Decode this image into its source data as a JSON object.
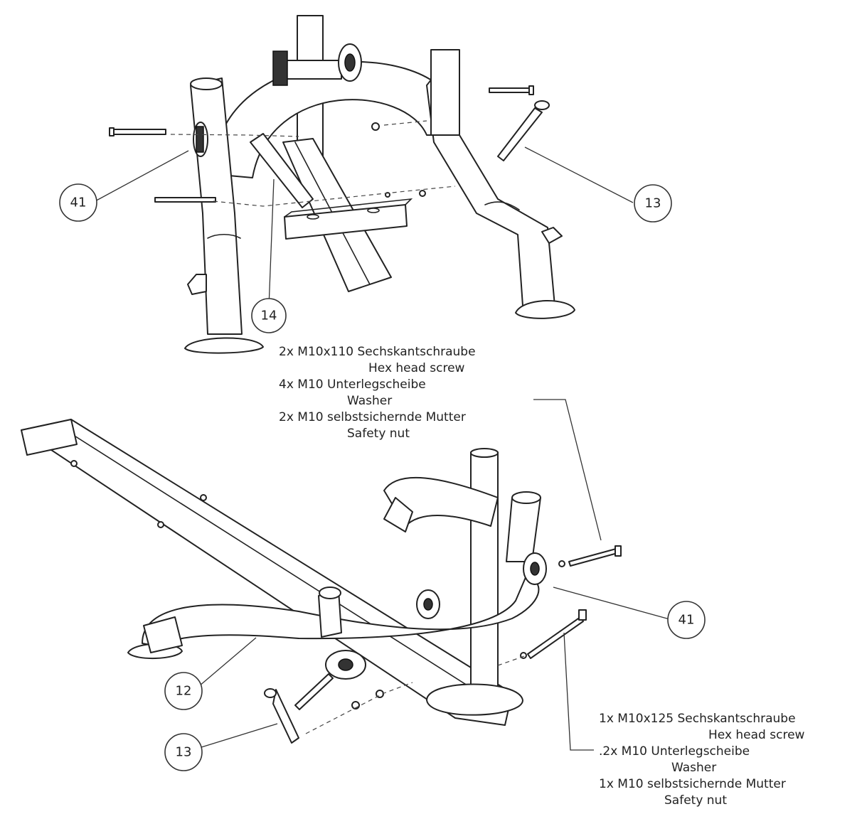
{
  "callouts_top": {
    "c41": "41",
    "c13": "13",
    "c14": "14"
  },
  "callouts_bottom": {
    "c41": "41",
    "c12": "12",
    "c13": "13"
  },
  "note_top": {
    "line1": "2x M10x110 Sechskantschraube",
    "line2": "Hex head screw",
    "line3": "4x M10 Unterlegscheibe",
    "line4": "Washer",
    "line5": "2x M10 selbstsichernde Mutter",
    "line6": "Safety nut"
  },
  "note_bottom": {
    "line1": "1x M10x125 Sechskantschraube",
    "line2": "Hex head screw",
    "line3": ".2x M10 Unterlegscheibe",
    "line4": "Washer",
    "line5": "1x M10 selbstsichernde Mutter",
    "line6": "Safety nut"
  }
}
